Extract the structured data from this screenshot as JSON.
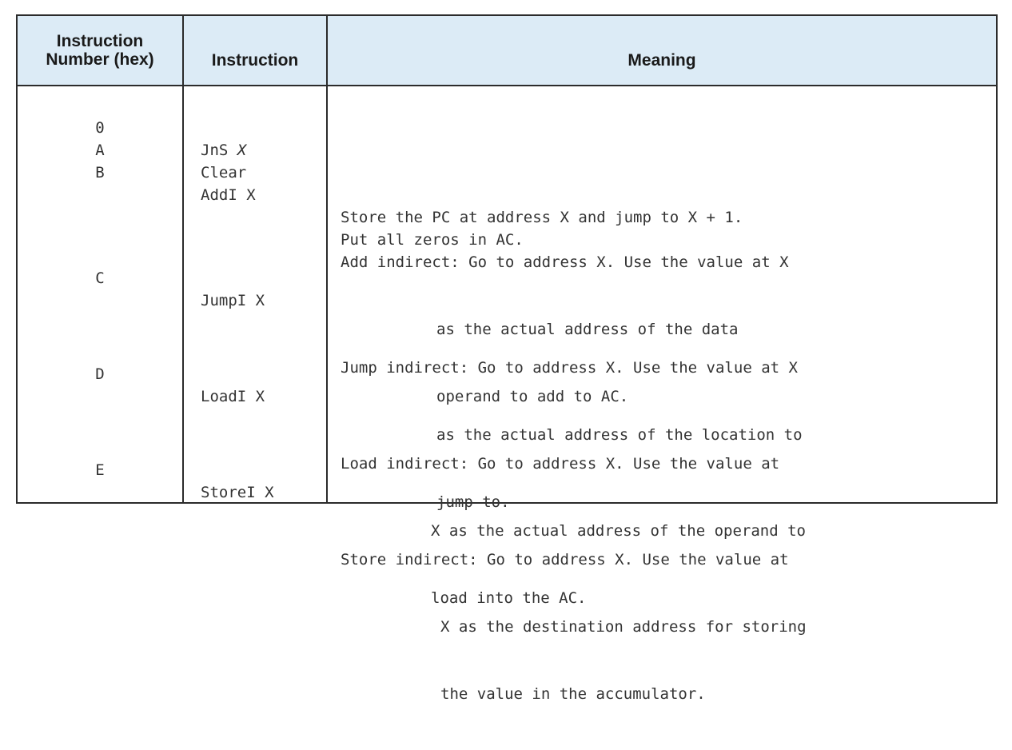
{
  "header": {
    "col1": "Instruction\nNumber (hex)",
    "col2": "Instruction",
    "col3": "Meaning"
  },
  "rows": [
    {
      "num": "0",
      "op": "JnS",
      "arg": "X",
      "meaning": [
        "Store the PC at address X and jump to X + 1."
      ]
    },
    {
      "num": "A",
      "op": "Clear",
      "arg": "",
      "meaning": [
        "Put all zeros in AC."
      ]
    },
    {
      "num": "B",
      "op": "AddI",
      "arg": "X",
      "meaning": [
        "Add indirect: Go to address X. Use the value at X",
        "as the actual address of the data",
        "operand to add to AC."
      ]
    },
    {
      "num": "C",
      "op": "JumpI",
      "arg": "X",
      "meaning": [
        "Jump indirect: Go to address X. Use the value at X",
        "as the actual address of the location to",
        "jump to."
      ]
    },
    {
      "num": "D",
      "op": "LoadI",
      "arg": "X",
      "meaning": [
        "Load indirect: Go to address X. Use the value at",
        "X as the actual address of the operand to",
        "load into the AC."
      ]
    },
    {
      "num": "E",
      "op": "StoreI",
      "arg": "X",
      "meaning": [
        "Store indirect: Go to address X. Use the value at",
        "X as the destination address for storing",
        "the value in the accumulator."
      ]
    }
  ]
}
